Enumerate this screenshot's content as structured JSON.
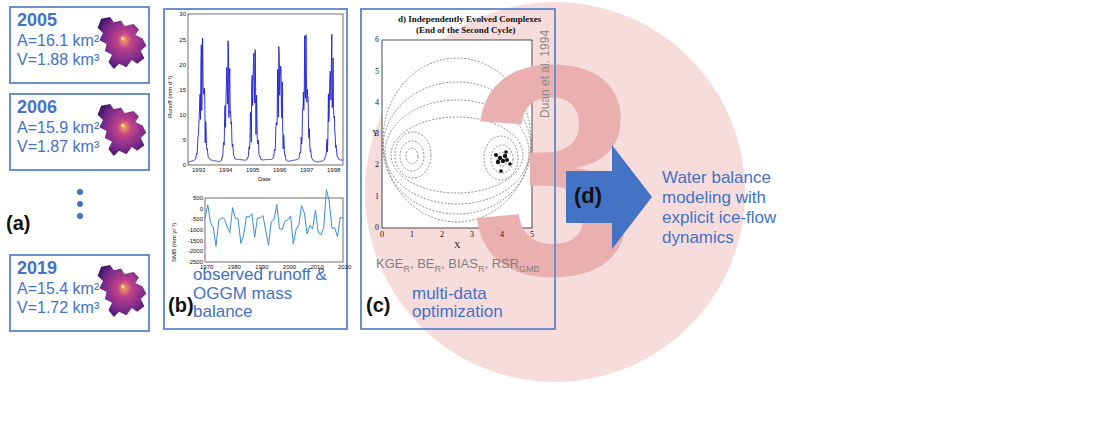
{
  "diagram": {
    "nodes": [
      {
        "text": [
          "2005",
          "A=16.1 km² V=1.88 km³"
        ]
      },
      {
        "text": [
          "2006",
          "A=15.9 km² V=1.87 km³"
        ]
      },
      {
        "text": [
          "2019",
          "A=15.4 km² V=1.72 km³"
        ]
      },
      {
        "text": [
          "observed runoff & OGGM mass balance"
        ]
      },
      {
        "text": [
          "multi-data optimization"
        ]
      },
      {
        "text": [
          "(d)"
        ]
      }
    ],
    "labels": [
      "(a)",
      "(b)",
      "(c)",
      "Water balance modeling with explicit ice-flow dynamics",
      "d) Independently Evolved Complexes",
      "(End of the Second Cycle)",
      "Duan et al. 1994",
      "KGE",
      "R",
      ", BE",
      "R",
      ", BIAS",
      "R",
      ", RSR",
      "GMB",
      "Y",
      "X",
      "0",
      "1",
      "2",
      "3",
      "4",
      "5",
      "6",
      "0",
      "1",
      "2",
      "3",
      "4",
      "5",
      "Runoff (mm d⁻¹)",
      "Date",
      "0",
      "5",
      "10",
      "15",
      "20",
      "25",
      "30",
      "1993",
      "1994",
      "1995",
      "1996",
      "1997",
      "1998",
      "SMB (mm yr⁻¹)",
      "1970",
      "1980",
      "1990",
      "2000",
      "2010",
      "2020",
      "500",
      "0",
      "-500",
      "-1000",
      "-1500",
      "-2000",
      "-2500",
      "3"
    ]
  }
}
